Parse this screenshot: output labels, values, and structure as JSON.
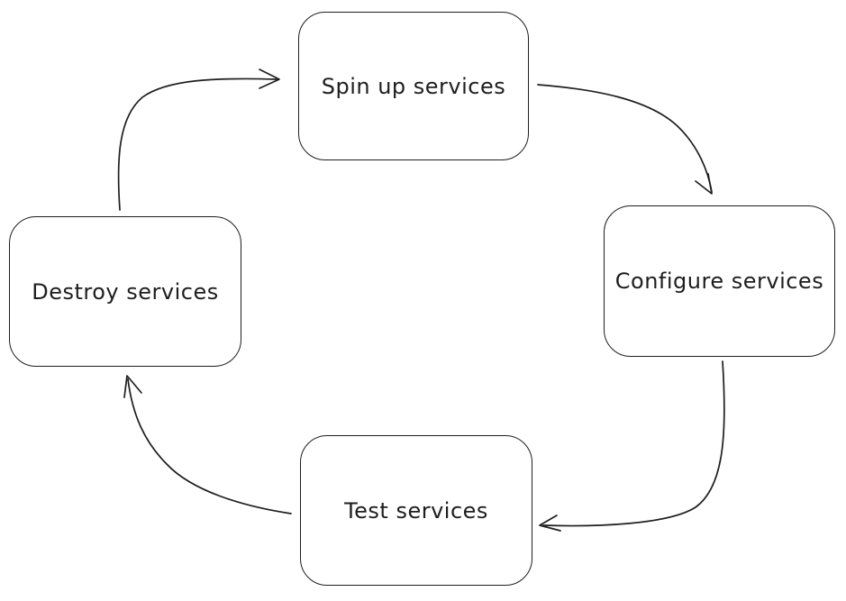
{
  "theme": {
    "background": "#ffffff",
    "stroke": "#1e1e1e",
    "node_fill": "#ffffff"
  },
  "diagram": {
    "type": "cyclic-flowchart",
    "style": "hand-drawn whiteboard sketch",
    "nodes": [
      {
        "id": "spin-up",
        "label": "Spin up services"
      },
      {
        "id": "configure",
        "label": "Configure services"
      },
      {
        "id": "test",
        "label": "Test services"
      },
      {
        "id": "destroy",
        "label": "Destroy services"
      }
    ],
    "edges": [
      {
        "from": "spin-up",
        "to": "configure"
      },
      {
        "from": "configure",
        "to": "test"
      },
      {
        "from": "test",
        "to": "destroy"
      },
      {
        "from": "destroy",
        "to": "spin-up"
      }
    ]
  }
}
